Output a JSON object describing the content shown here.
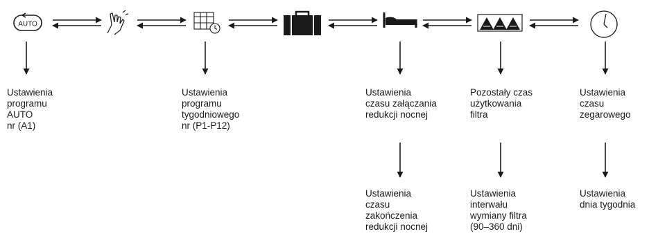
{
  "icons": [
    {
      "id": "auto",
      "name": "auto-mode-icon",
      "text": "AUTO"
    },
    {
      "id": "manual",
      "name": "hand-touch-icon"
    },
    {
      "id": "weekly",
      "name": "weekly-calendar-icon"
    },
    {
      "id": "away",
      "name": "away-suitcase-icon"
    },
    {
      "id": "night",
      "name": "night-bed-icon"
    },
    {
      "id": "filter",
      "name": "filter-icon"
    },
    {
      "id": "clock",
      "name": "clock-icon"
    }
  ],
  "labels": {
    "auto_program": "Ustawienia\nprogramu\nAUTO\nnr (A1)",
    "weekly_program": "Ustawienia\nprogramu\ntygodniowego\nnr (P1-P12)",
    "night_start": "Ustawienia\nczasu załączania\nredukcji nocnej",
    "filter_remaining": "Pozostały czas\nużytkowania\nfiltra",
    "clock_time": "Ustawienia\nczasu\nzegarowego",
    "night_end": "Ustawienia\nczasu\nzakończenia\nredukcji nocnej",
    "filter_interval": "Ustawienia\ninterwału\nwymiany filtra\n(90–360 dni)",
    "weekday": "Ustawienia\ndnia tygodnia"
  },
  "colors": {
    "ink": "#1a1a1a",
    "background": "#ffffff"
  }
}
